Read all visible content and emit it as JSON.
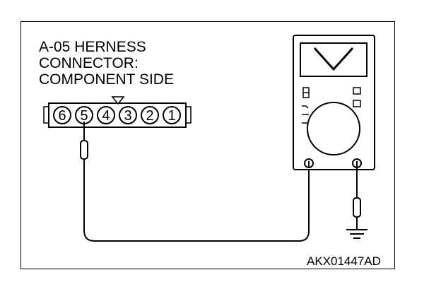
{
  "connector_title": {
    "line1": "A-05 HERNESS",
    "line2": "CONNECTOR:",
    "line3": "COMPONENT SIDE"
  },
  "connector_pins": [
    "6",
    "5",
    "4",
    "3",
    "2",
    "1"
  ],
  "diagram_code": "AKX01447AD",
  "colors": {
    "line": "#000000",
    "background": "#ffffff"
  }
}
